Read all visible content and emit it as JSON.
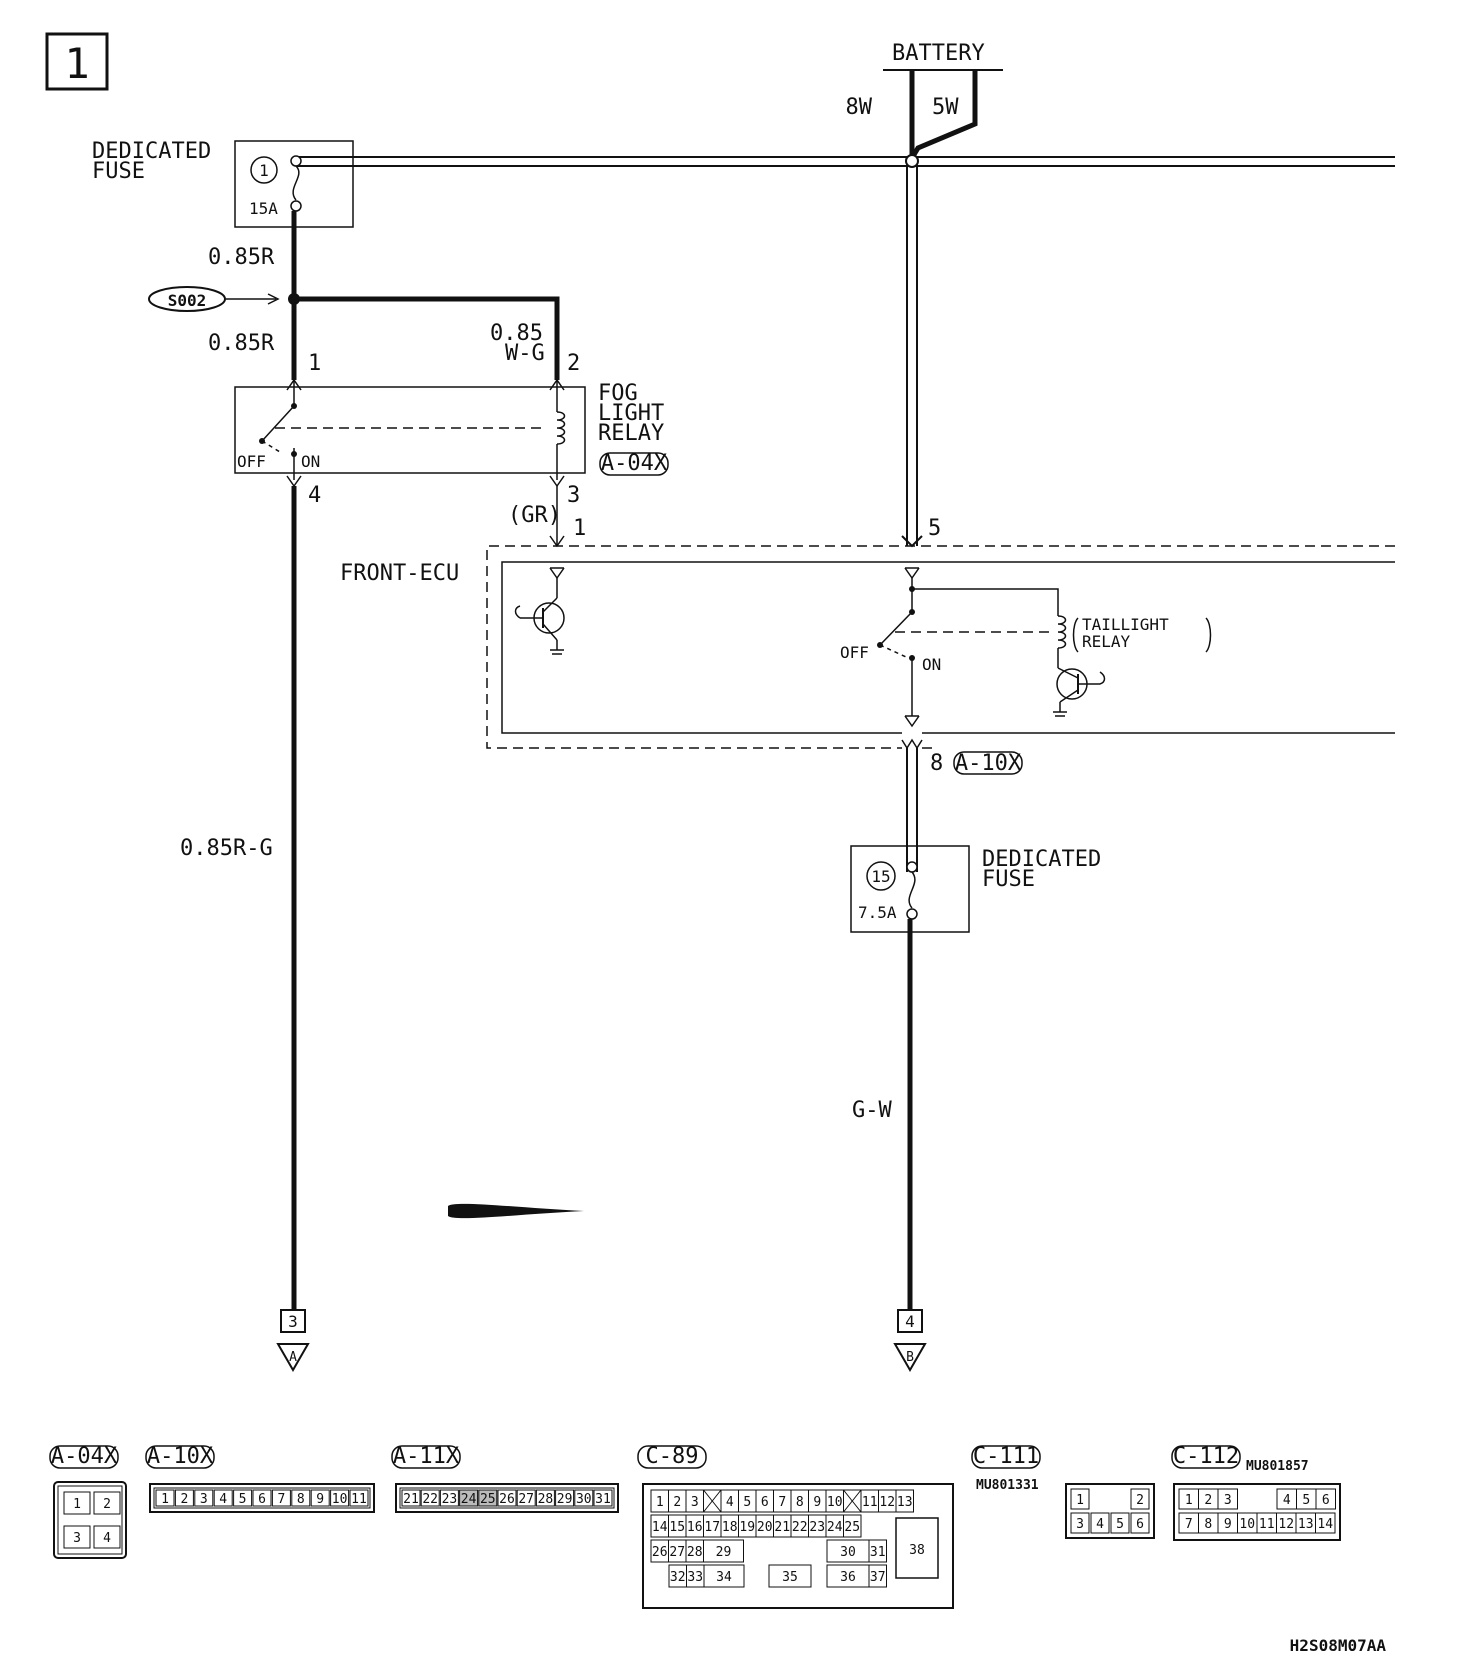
{
  "page_number": "1",
  "battery": {
    "label": "BATTERY",
    "wire_left": "8W",
    "wire_right": "5W"
  },
  "fuse_1": {
    "label_line1": "DEDICATED",
    "label_line2": "FUSE",
    "number": "1",
    "rating": "15A"
  },
  "fuse_15": {
    "label_line1": "DEDICATED",
    "label_line2": "FUSE",
    "number": "15",
    "rating": "7.5A"
  },
  "splice": "S002",
  "wires": {
    "fuse_out": "0.85R",
    "relay_in": "0.85R",
    "coil_wire_line1": "0.85",
    "coil_wire_line2": "W-G",
    "relay_out": "0.85R-G",
    "gr": "(GR)",
    "gw": "G-W"
  },
  "fog_relay": {
    "line1": "FOG",
    "line2": "LIGHT",
    "line3": "RELAY",
    "connector": "A-04X",
    "pin1": "1",
    "pin2": "2",
    "pin3": "3",
    "pin4": "4",
    "off": "OFF",
    "on": "ON"
  },
  "front_ecu": {
    "label": "FRONT-ECU",
    "pin1": "1",
    "pin5": "5",
    "pin8": "8",
    "connector": "A-10X",
    "taillight_line1": "TAILLIGHT",
    "taillight_line2": "RELAY",
    "off": "OFF",
    "on": "ON"
  },
  "terminals": {
    "left_num": "3",
    "left_letter": "A",
    "right_num": "4",
    "right_letter": "B"
  },
  "connectors": {
    "a04x": {
      "name": "A-04X",
      "pins": [
        "1",
        "2",
        "3",
        "4"
      ]
    },
    "a10x": {
      "name": "A-10X",
      "pins": [
        "1",
        "2",
        "3",
        "4",
        "5",
        "6",
        "7",
        "8",
        "9",
        "10",
        "11"
      ]
    },
    "a11x": {
      "name": "A-11X",
      "pins": [
        "21",
        "22",
        "23",
        "24",
        "25",
        "26",
        "27",
        "28",
        "29",
        "30",
        "31"
      ]
    },
    "c89": {
      "name": "C-89",
      "row1": [
        "1",
        "2",
        "3",
        "",
        "4",
        "5",
        "6",
        "7",
        "8",
        "9",
        "10",
        "",
        "11",
        "12",
        "13"
      ],
      "row2": [
        "14",
        "15",
        "16",
        "17",
        "18",
        "19",
        "20",
        "21",
        "22",
        "23",
        "24",
        "25"
      ],
      "row3": [
        "26",
        "27",
        "28",
        "29",
        "30",
        "31"
      ],
      "row4": [
        "32",
        "33",
        "34",
        "35",
        "36",
        "37"
      ],
      "big": "38"
    },
    "c111": {
      "name": "C-111",
      "part": "MU801331",
      "top": [
        "1",
        "2"
      ],
      "bottom": [
        "3",
        "4",
        "5",
        "6"
      ]
    },
    "c112": {
      "name": "C-112",
      "part": "MU801857",
      "top": [
        "1",
        "2",
        "3",
        "4",
        "5",
        "6"
      ],
      "bottom": [
        "7",
        "8",
        "9",
        "10",
        "11",
        "12",
        "13",
        "14"
      ]
    }
  },
  "doc_code": "H2S08M07AA"
}
